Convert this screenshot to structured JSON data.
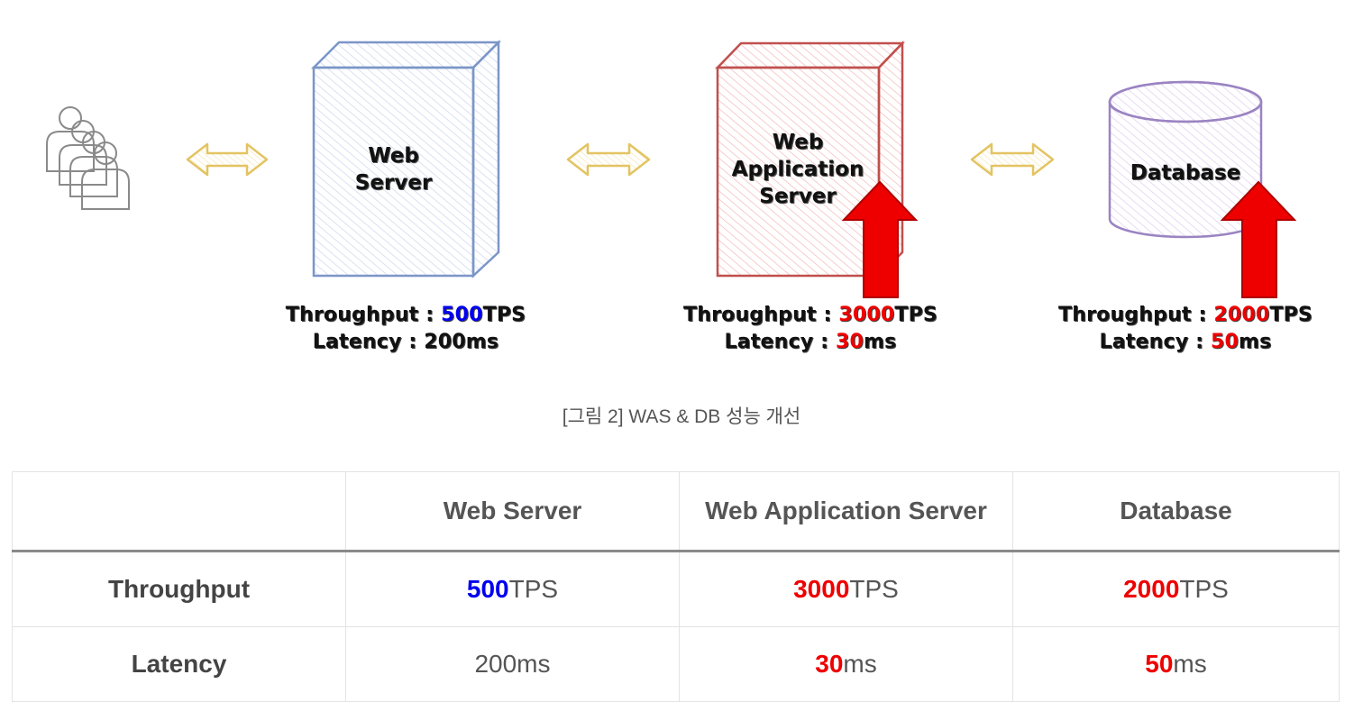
{
  "diagram": {
    "web_server": {
      "title_line1": "Web",
      "title_line2": "Server",
      "throughput_label": "Throughput : ",
      "throughput_value": "500",
      "throughput_unit": "TPS",
      "latency_label": "Latency : ",
      "latency_value": "200ms"
    },
    "was": {
      "title_line1": "Web",
      "title_line2": "Application",
      "title_line3": "Server",
      "throughput_label": "Throughput : ",
      "throughput_value": "3000",
      "throughput_unit": "TPS",
      "latency_label": "Latency : ",
      "latency_value": "30",
      "latency_unit": "ms"
    },
    "database": {
      "title": "Database",
      "throughput_label": "Throughput : ",
      "throughput_value": "2000",
      "throughput_unit": "TPS",
      "latency_label": "Latency : ",
      "latency_value": "50",
      "latency_unit": "ms"
    },
    "colors": {
      "web_server": "#7b96c8",
      "was": "#c0504d",
      "database": "#9b84c2",
      "arrow_outline": "#e0c060",
      "up_arrow": "#ee0000",
      "highlight_blue": "#0000ee",
      "highlight_red": "#ee0000"
    },
    "icons": [
      "users-icon",
      "double-arrow-icon",
      "up-arrow-icon"
    ]
  },
  "caption": "[그림 2] WAS & DB 성능 개선",
  "table": {
    "headers": [
      "",
      "Web Server",
      "Web Application Server",
      "Database"
    ],
    "rows": [
      {
        "label": "Throughput",
        "cells": [
          {
            "value": "500",
            "unit": "TPS"
          },
          {
            "value": "3000",
            "unit": "TPS"
          },
          {
            "value": "2000",
            "unit": "TPS"
          }
        ]
      },
      {
        "label": "Latency",
        "cells": [
          {
            "value": "",
            "unit": "200ms"
          },
          {
            "value": "30",
            "unit": "ms"
          },
          {
            "value": "50",
            "unit": "ms"
          }
        ]
      }
    ]
  }
}
